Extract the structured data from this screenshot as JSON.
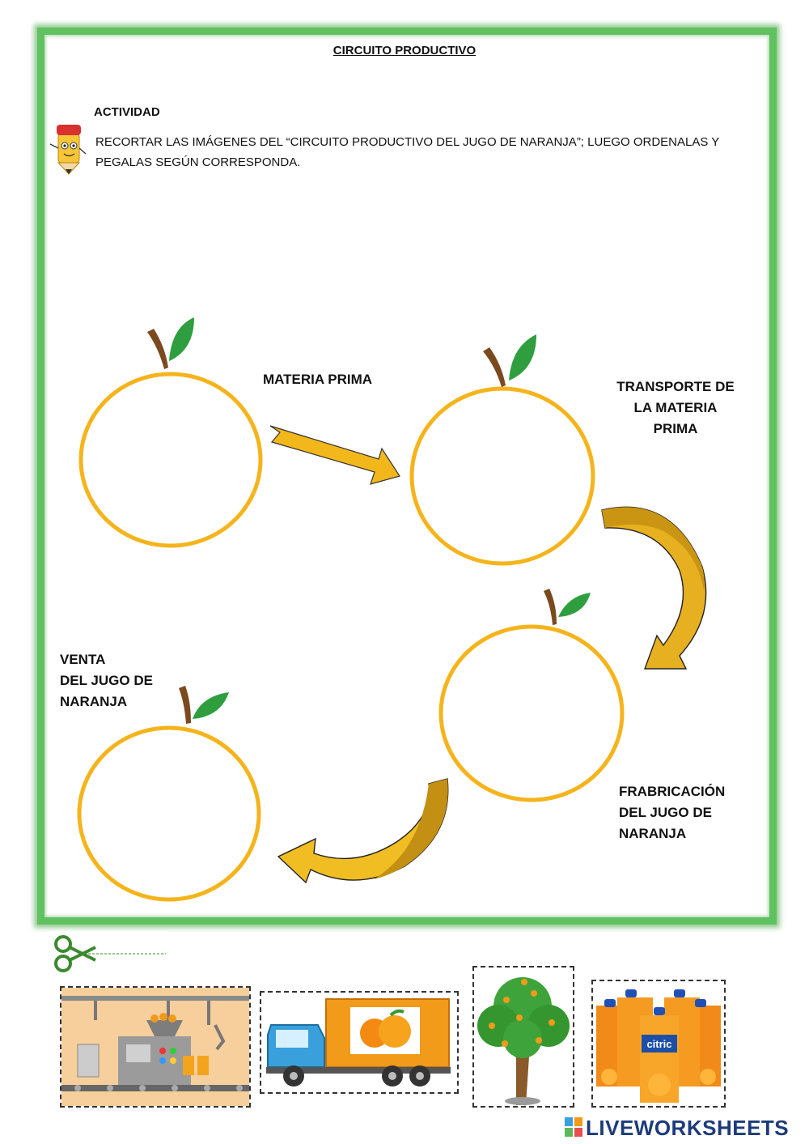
{
  "header": {
    "title": "CIRCUITO PRODUCTIVO",
    "activity_label": "ACTIVIDAD",
    "instructions": "RECORTAR LAS IMÁGENES DEL “CIRCUITO PRODUCTIVO DEL JUGO DE NARANJA”; LUEGO ORDENALAS Y PEGALAS SEGÚN CORRESPONDA."
  },
  "stages": {
    "stage1": "MATERIA PRIMA",
    "stage2_line1": "TRANSPORTE DE",
    "stage2_line2": "LA MATERIA",
    "stage2_line3": "PRIMA",
    "stage3_line1": "FRABRICACIÓN",
    "stage3_line2": "DEL JUGO DE",
    "stage3_line3": "NARANJA",
    "stage4_line1": "VENTA",
    "stage4_line2": "DEL JUGO DE",
    "stage4_line3": "NARANJA"
  },
  "cards": {
    "juice_brand": "citric"
  },
  "footer": {
    "brand": "LIVEWORKSHEETS"
  },
  "colors": {
    "frame": "#5fc15f",
    "orange_outline": "#f5b41c",
    "leaf": "#2e9e3e",
    "stem": "#7a4a1e",
    "arrow": "#f2b71a",
    "brand": "#1d3b7a"
  }
}
